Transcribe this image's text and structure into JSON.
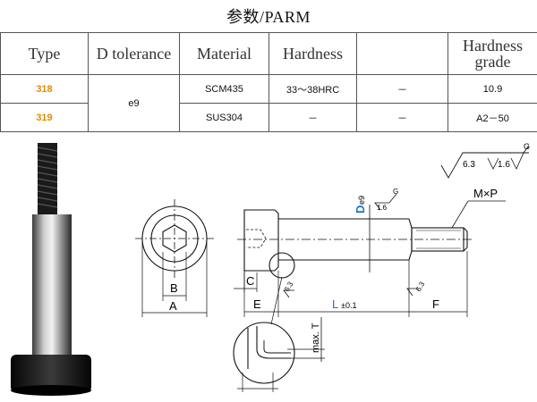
{
  "title": "参数/PARM",
  "table": {
    "headers": [
      "Type",
      "D tolerance",
      "Material",
      "Hardness",
      "",
      "Hardness grade"
    ],
    "rows": [
      {
        "type": "318",
        "tolerance": "e9",
        "material": "SCM435",
        "hardness": "33～38HRC",
        "extra": "－",
        "grade": "10.9"
      },
      {
        "type": "319",
        "tolerance": "e9",
        "material": "SUS304",
        "hardness": "－",
        "extra": "－",
        "grade": "A2－50"
      }
    ]
  },
  "drawing": {
    "label_a": "A",
    "label_b": "B",
    "label_c": "C",
    "label_d": "D",
    "label_d_tol": "e9",
    "label_e": "E",
    "label_f": "F",
    "label_l": "L",
    "label_l_tol": "±0.1",
    "label_mxp": "M×P",
    "label_max_t": "max. T",
    "roughness_63": "6.3",
    "roughness_16": "1.6",
    "roughness_g": "G",
    "check_mark": "√"
  },
  "colors": {
    "type_highlight": "#e08a00",
    "dimension_blue": "#1e73c8",
    "line": "#111111"
  }
}
